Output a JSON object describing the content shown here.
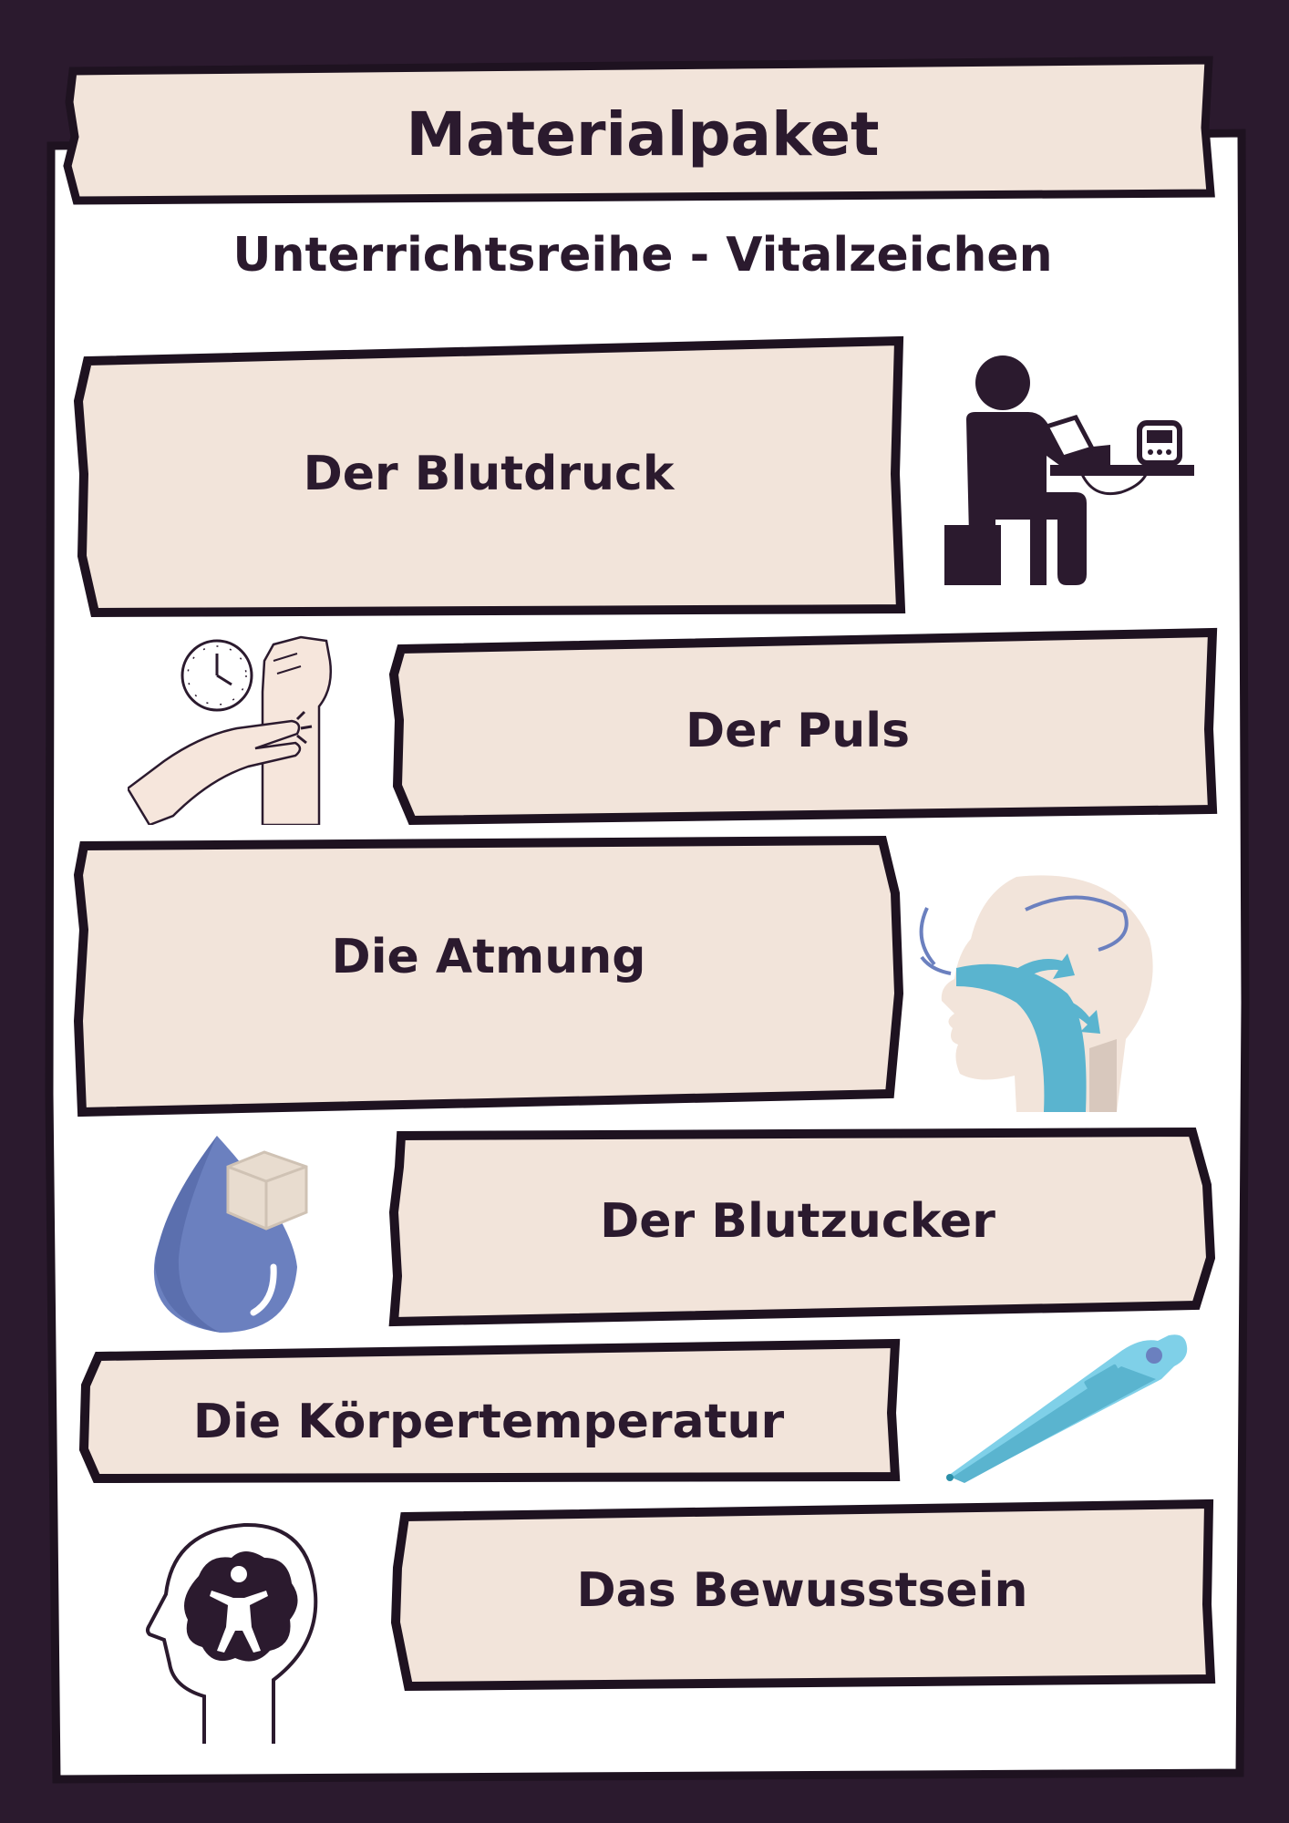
{
  "header": {
    "title": "Materialpaket"
  },
  "subtitle": "Unterrichtsreihe - Vitalzeichen",
  "topics": [
    {
      "label": "Der Blutdruck",
      "icon": "blood-pressure-icon"
    },
    {
      "label": "Der Puls",
      "icon": "pulse-check-icon"
    },
    {
      "label": "Die Atmung",
      "icon": "breathing-head-icon"
    },
    {
      "label": "Der Blutzucker",
      "icon": "blood-sugar-drop-icon"
    },
    {
      "label": "Die Körpertemperatur",
      "icon": "thermometer-icon"
    },
    {
      "label": "Das Bewusstsein",
      "icon": "brain-head-icon"
    }
  ],
  "colors": {
    "background": "#2b1a2e",
    "card": "#ffffff",
    "panel": "#f2e4da",
    "ink": "#2b1a2e",
    "accent_blue": "#6b80bf",
    "accent_teal": "#5ab4cf"
  }
}
